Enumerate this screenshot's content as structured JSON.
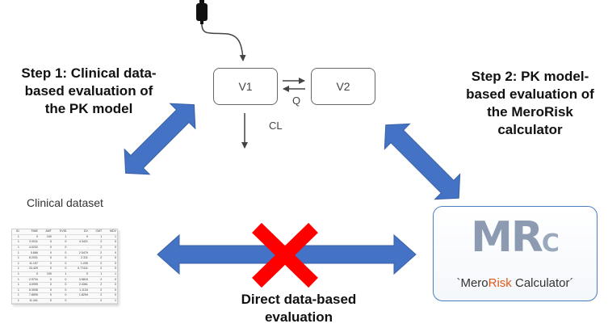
{
  "step1": {
    "lines": [
      "Step 1: Clinical data-",
      "based evaluation of",
      "the PK model"
    ]
  },
  "step2": {
    "lines": [
      "Step 2: PK model-",
      "based evaluation of",
      "the MeroRisk",
      "calculator"
    ]
  },
  "model": {
    "compartment_1": "V1",
    "compartment_2": "V2",
    "intercompartmental_label": "Q",
    "elimination_label": "CL"
  },
  "clinical_dataset": {
    "label": "Clinical dataset",
    "columns": [
      "ID",
      "TIME",
      "AMT",
      "EVID",
      "DV",
      "CMT",
      "MDV"
    ],
    "rows": [
      [
        "1",
        "0",
        "100",
        "1",
        "0",
        "1",
        "1"
      ],
      [
        "1",
        "2.0011",
        "0",
        "0",
        "4.3421",
        "2",
        "0"
      ],
      [
        "1",
        "4.0202",
        "0",
        "0",
        ".",
        "2",
        "0"
      ],
      [
        "1",
        "5.866",
        "0",
        "0",
        "2.5479",
        "2",
        "0"
      ],
      [
        "1",
        "8.2031",
        "0",
        "0",
        "2.311",
        "2",
        "0"
      ],
      [
        "1",
        "11.157",
        "0",
        "0",
        "1.205",
        "2",
        "0"
      ],
      [
        "1",
        "23.429",
        "0",
        "0",
        "0.77411",
        "2",
        "0"
      ],
      [
        "1",
        "0",
        "100",
        "1",
        "0",
        "1",
        "1"
      ],
      [
        "1",
        "2.9734",
        "0",
        "0",
        "3.5815",
        "2",
        "0"
      ],
      [
        "1",
        "4.0999",
        "0",
        "0",
        "2.4361",
        "2",
        "0"
      ],
      [
        "1",
        "6.3008",
        "0",
        "0",
        "1.1134",
        "2",
        "0"
      ],
      [
        "1",
        "7.8599",
        "0",
        "0",
        "1.8294",
        "2",
        "0"
      ],
      [
        "1",
        "11.441",
        "0",
        "0",
        ".",
        "2",
        "1"
      ],
      [
        "1",
        "17.013",
        "0",
        "0",
        "0.26215",
        "2",
        "0"
      ]
    ]
  },
  "calculator": {
    "logo_letters": [
      "M",
      "R",
      "C"
    ],
    "name_prefix": "`Mero",
    "name_highlight": "Risk",
    "name_suffix": " Calculator´",
    "accent_color": "#e05a1c",
    "border_color": "#4a7fbf"
  },
  "direct": {
    "lines": [
      "Direct data-based",
      "evaluation"
    ]
  },
  "colors": {
    "arrow_blue": "#4472c4",
    "cross_red": "#ff0000"
  }
}
